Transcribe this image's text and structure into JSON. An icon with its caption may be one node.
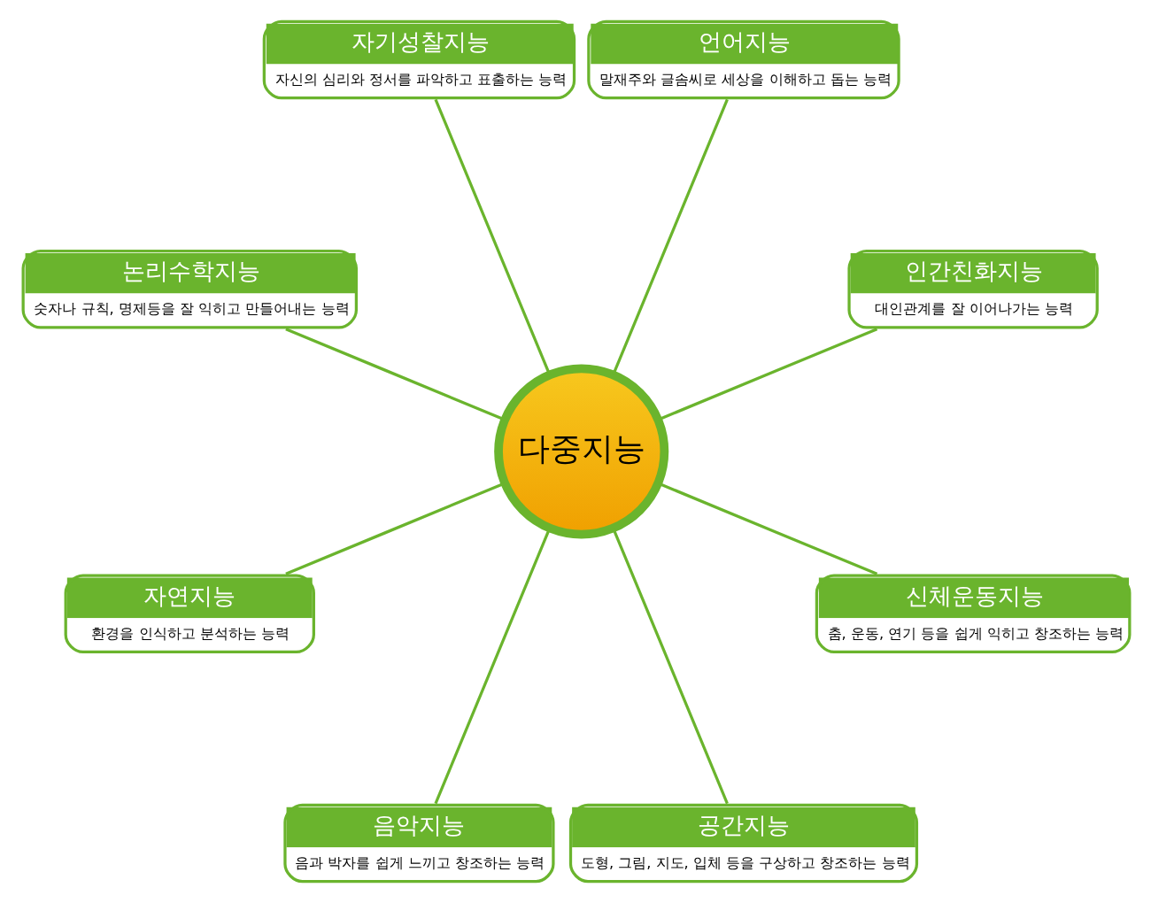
{
  "diagram": {
    "nodes": [
      {
        "text": [
          "다중지능"
        ]
      },
      {
        "text": [
          "인간친화지능",
          "대인관계를 잘 이어나가는 능력"
        ]
      },
      {
        "text": [
          "언어지능",
          "말재주와 글솜씨로 세상을 이해하고 돕는 능력"
        ]
      },
      {
        "text": [
          "자기성찰지능",
          "자신의 심리와 정서를 파악하고 표출하는 능력"
        ]
      },
      {
        "text": [
          "논리수학지능",
          "숫자나 규칙, 명제등을 잘 익히고 만들어내는 능력"
        ]
      },
      {
        "text": [
          "자연지능",
          "환경을 인식하고 분석하는 능력"
        ]
      },
      {
        "text": [
          "음악지능",
          "음과 박자를 쉽게 느끼고 창조하는 능력"
        ]
      },
      {
        "text": [
          "공간지능",
          "도형, 그림, 지도, 입체 등을 구상하고 창조하는 능력"
        ]
      },
      {
        "text": [
          "신체운동지능",
          "춤, 운동, 연기 등을 쉽게 익히고 창조하는 능력"
        ]
      }
    ],
    "edges": [
      {
        "from": 0,
        "to": 1,
        "arrow": "none"
      },
      {
        "from": 0,
        "to": 3,
        "arrow": "none"
      },
      {
        "from": 0,
        "to": 5,
        "arrow": "none"
      },
      {
        "from": 0,
        "to": 7,
        "arrow": "none"
      },
      {
        "from": 0,
        "to": 8,
        "arrow": "none"
      },
      {
        "from": 0,
        "to": 6,
        "arrow": "none"
      },
      {
        "from": 0,
        "to": 4,
        "arrow": "none"
      },
      {
        "from": 0,
        "to": 2,
        "arrow": "none"
      }
    ]
  }
}
